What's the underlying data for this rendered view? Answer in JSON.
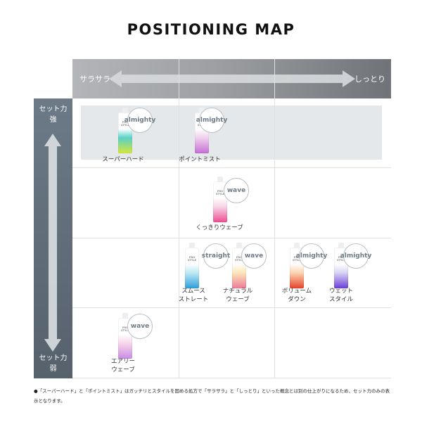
{
  "title": "POSITIONING MAP",
  "axis": {
    "x_left": "サラサラ",
    "x_right": "しっとり",
    "y_top_line1": "セット力",
    "y_top_line2": "強",
    "y_bottom_line1": "セット力",
    "y_bottom_line2": "弱"
  },
  "products": [
    {
      "name": "スーパーハード",
      "badge": "almighty",
      "color_top": "#5ad0c8",
      "color_bottom": "#d6e63a"
    },
    {
      "name": "ポイントミスト",
      "badge": "almighty",
      "color_top": "#f0d0ec",
      "color_bottom": "#c46ed6"
    },
    {
      "name": "くっきりウェーブ",
      "badge": "wave",
      "color_top": "#f7d4e6",
      "color_bottom": "#ee4d92"
    },
    {
      "name": "スムース\nストレート",
      "badge": "straight",
      "color_top": "#bde8f3",
      "color_bottom": "#2f9edc"
    },
    {
      "name": "ナチュラル\nウェーブ",
      "badge": "wave",
      "color_top": "#fbe6b7",
      "color_bottom": "#ee7a9a"
    },
    {
      "name": "ボリューム\nダウン",
      "badge": "almighty",
      "color_top": "#fbd3b0",
      "color_bottom": "#e6422a"
    },
    {
      "name": "ウェット\nスタイル",
      "badge": "almighty",
      "color_top": "#d8d2f5",
      "color_bottom": "#6b3ed6"
    },
    {
      "name": "エアリー\nウェーブ",
      "badge": "wave",
      "color_top": "#f7d6ea",
      "color_bottom": "#c98ce6"
    }
  ],
  "can_text": "PRO\nSTYLE",
  "footnote": "●「スーパーハード」と「ポイントミスト」はガッチリとスタイルを固める処方で「サラサラ」と「しっとり」といった概念とは別の仕上がりになるため、セット力のみの表示となります。",
  "colors": {
    "top_bar_light": "#b3b5b8",
    "top_bar_dark": "#6f7377",
    "left_bar": "#5f6b77",
    "badge_text": "#6d7b87",
    "highlight": "#e5e8ea"
  }
}
